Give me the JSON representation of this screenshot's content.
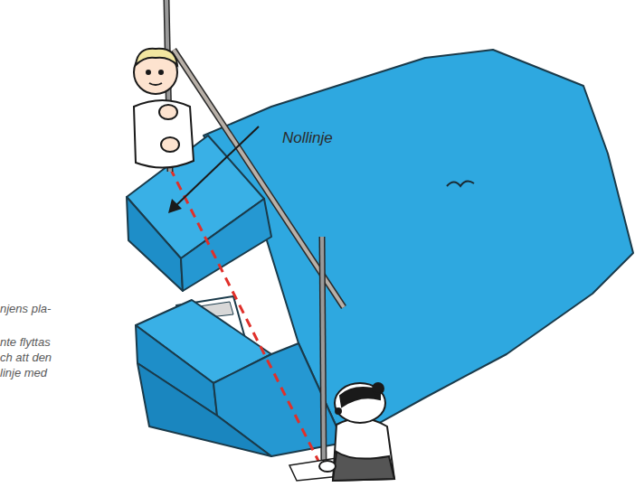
{
  "diagram": {
    "labels": [
      "Nollinje",
      "njens pla-",
      "nte flyttas",
      "ch att den",
      "linje med"
    ]
  }
}
